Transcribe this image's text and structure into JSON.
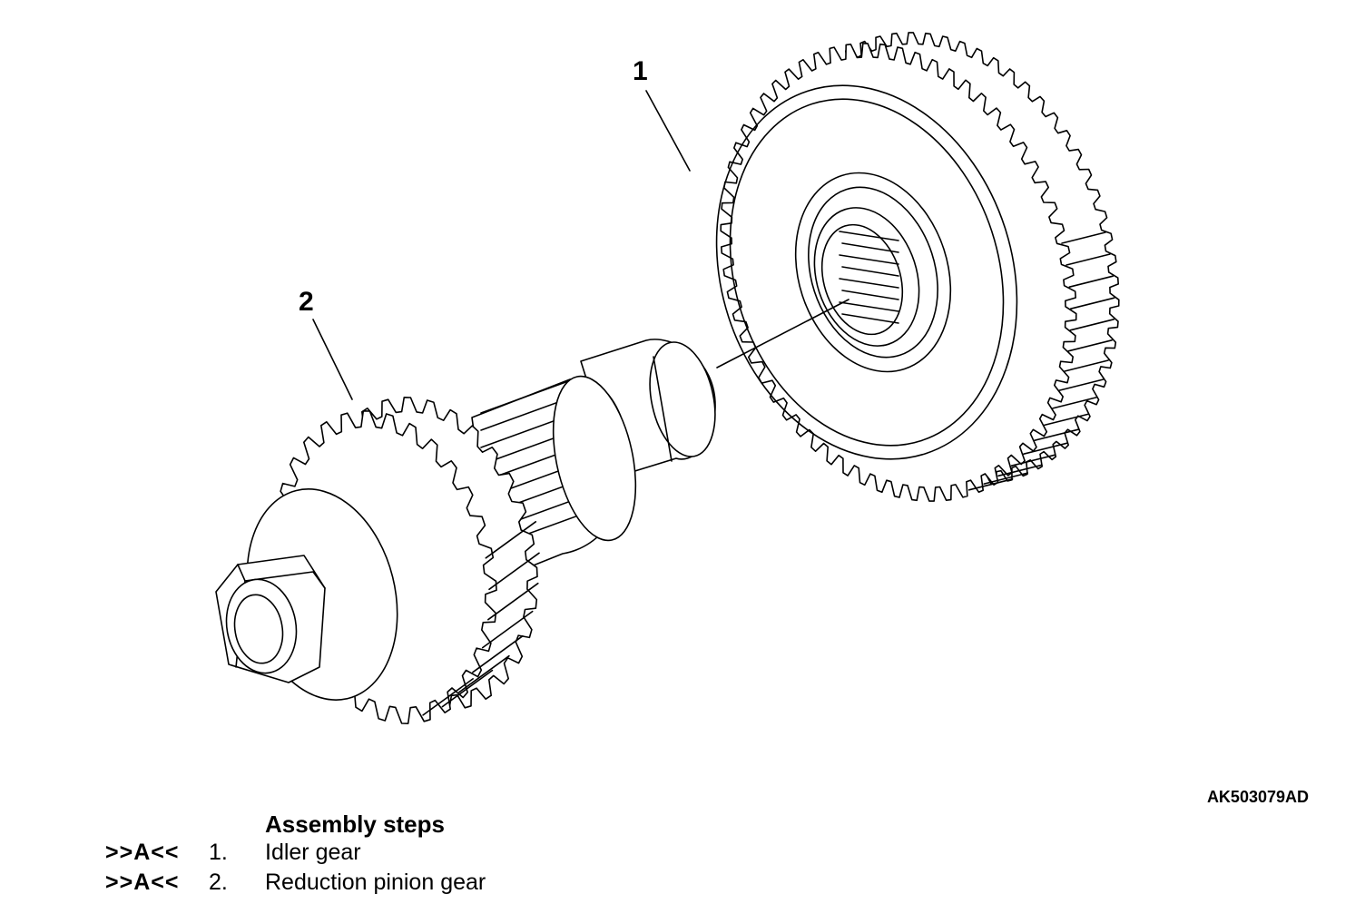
{
  "diagram": {
    "callouts": [
      "1",
      "2"
    ],
    "figure_id": "AK503079AD"
  },
  "assembly": {
    "heading": "Assembly steps",
    "steps": [
      {
        "mark": ">>A<<",
        "number": "1.",
        "name": "Idler gear"
      },
      {
        "mark": ">>A<<",
        "number": "2.",
        "name": "Reduction pinion gear"
      }
    ]
  }
}
